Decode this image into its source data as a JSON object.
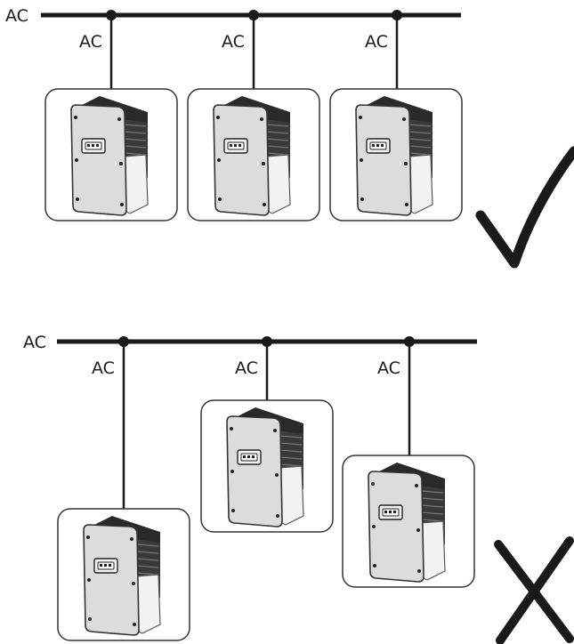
{
  "correct": {
    "bus_label": "AC",
    "branch_labels": [
      "AC",
      "AC",
      "AC"
    ],
    "verdict_icon": "checkmark-icon"
  },
  "incorrect": {
    "bus_label": "AC",
    "branch_labels": [
      "AC",
      "AC",
      "AC"
    ],
    "verdict_icon": "cross-icon"
  },
  "device_icon": "inverter-icon",
  "colors": {
    "line": "#1a1a1a",
    "device_front": "#dcdcdc",
    "device_side": "#f0f0f0",
    "device_heatsink": "#2a2a2a"
  }
}
